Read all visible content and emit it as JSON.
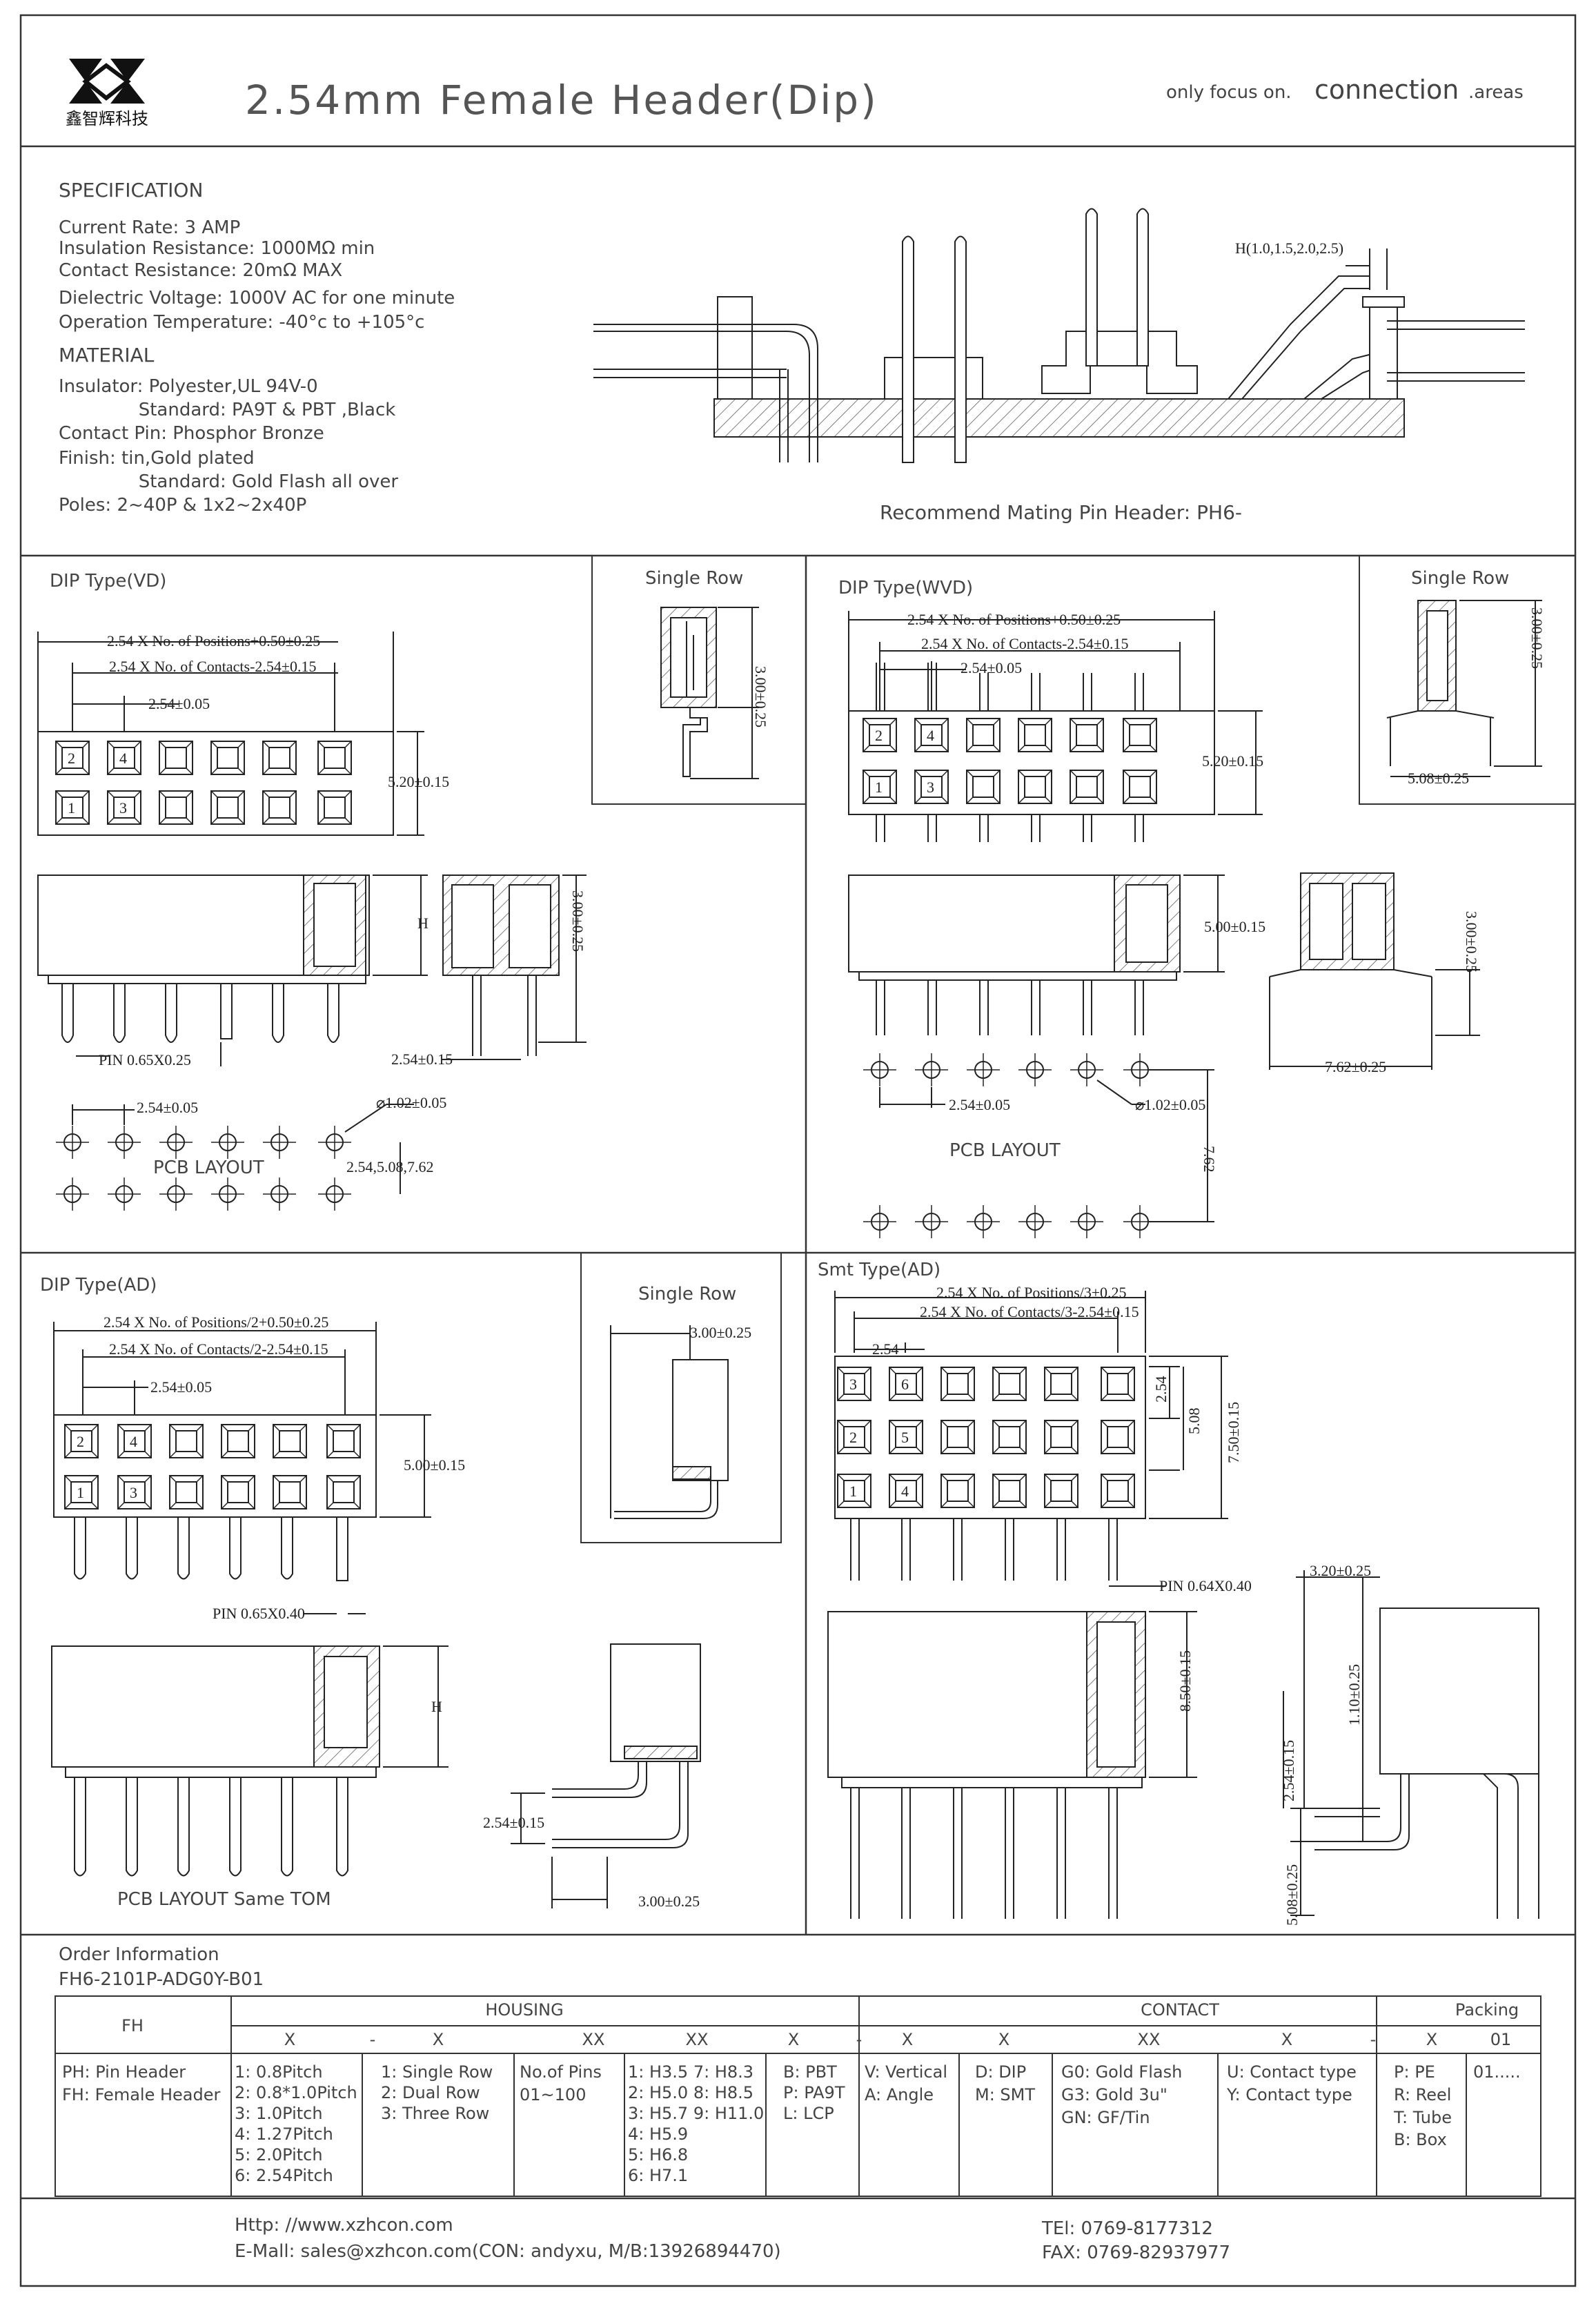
{
  "header": {
    "logo_text": "鑫智辉科技",
    "title": "2.54mm  Female  Header(Dip)",
    "slogan_pre": "only focus on.",
    "slogan_main": "connection",
    "slogan_post": ".areas"
  },
  "spec": {
    "heading": "SPECIFICATION",
    "lines": [
      "Current Rate: 3  AMP",
      "Insulation Resistance: 1000MΩ   min",
      "Contact Resistance: 20mΩ   MAX",
      "Dielectric Voltage: 1000V AC for one minute",
      "Operation Temperature: -40°c to +105°c"
    ],
    "material_heading": "MATERIAL",
    "material_lines": [
      "Insulator: Polyester,UL 94V-0",
      "              Standard: PA9T & PBT ,Black",
      "Contact Pin: Phosphor Bronze",
      "Finish: tin,Gold plated",
      "              Standard: Gold Flash all over",
      "Poles: 2~40P & 1x2~2x40P"
    ],
    "mating_caption": "Recommend Mating Pin Header: PH6-",
    "h_label": "H(1.0,1.5,2.0,2.5)"
  },
  "panels": {
    "vd": {
      "title": "DIP Type(VD)",
      "dim_positions": "2.54 X No. of Positions+0.50±0.25",
      "dim_contacts": "2.54 X No. of Contacts-2.54±0.15",
      "dim_pitch": "2.54±0.05",
      "dim_height": "5.20±0.15",
      "dim_pin": "PIN 0.65X0.25",
      "dim_bottom": "2.54±0.15",
      "dim_side": "3.00±0.25",
      "h": "H",
      "pcb_pitch": "2.54±0.05",
      "pcb_hole": "⌀1.02±0.05",
      "pcb_row": "2.54,5.08,7.62",
      "pcb_title": "PCB  LAYOUT",
      "single_row_title": "Single Row",
      "single_row_dim": "3.00±0.25",
      "pin_numbers": [
        "2",
        "4",
        "1",
        "3"
      ]
    },
    "wvd": {
      "title": "DIP  Type(WVD)",
      "dim_positions": "2.54 X No. of Positions+0.50±0.25",
      "dim_contacts": "2.54 X No. of Contacts-2.54±0.15",
      "dim_pitch": "2.54±0.05",
      "dim_height": "5.20±0.15",
      "dim_body": "5.00±0.15",
      "dim_side": "3.00±0.25",
      "dim_bottom": "7.62±0.25",
      "pcb_pitch": "2.54±0.05",
      "pcb_hole": "⌀1.02±0.05",
      "pcb_row": "7.62",
      "pcb_title": "PCB  LAYOUT",
      "single_row_title": "Single Row",
      "single_row_dim": "3.00±0.25",
      "single_row_bottom": "5.08±0.25",
      "pin_numbers": [
        "2",
        "4",
        "1",
        "3"
      ]
    },
    "ad": {
      "title": "DIP  Type(AD)",
      "dim_positions": "2.54 X No. of Positions/2+0.50±0.25",
      "dim_contacts": "2.54 X No. of Contacts/2-2.54±0.15",
      "dim_pitch": "2.54±0.05",
      "dim_height": "5.00±0.15",
      "dim_pin": "PIN 0.65X0.40",
      "h": "H",
      "dim_side_pitch": "2.54±0.15",
      "dim_side_bottom": "3.00±0.25",
      "pcb_title": "PCB  LAYOUT  Same  TOM",
      "single_row_title": "Single Row",
      "single_row_dim": "3.00±0.25",
      "pin_numbers": [
        "2",
        "4",
        "1",
        "3"
      ]
    },
    "smt": {
      "title": "Smt  Type(AD)",
      "dim_positions": "2.54 X No. of Positions/3±0.25",
      "dim_contacts": "2.54 X No. of Contacts/3-2.54±0.15",
      "dim_pitch": "2.54",
      "dim_254": "2.54",
      "dim_508": "5.08",
      "dim_height": "7.50±0.15",
      "dim_pin": "PIN 0.64X0.40",
      "dim_body": "8.50±0.15",
      "dim_side_top": "3.20±0.25",
      "dim_side_110": "1.10±0.25",
      "dim_side_254": "2.54±0.15",
      "dim_side_508": "5.08±0.25",
      "pin_numbers": [
        "3",
        "6",
        "2",
        "5",
        "1",
        "4"
      ]
    }
  },
  "order": {
    "title": "Order  Information",
    "part": "FH6-2101P-ADG0Y-B01",
    "group_fh": "FH",
    "group_housing": "HOUSING",
    "group_contact": "CONTACT",
    "group_packing": "Packing",
    "codes": [
      "X",
      "-",
      "X",
      "XX",
      "XX",
      "X",
      "-",
      "X",
      "X",
      "XX",
      "X",
      "-",
      "X",
      "01"
    ],
    "col_fh": [
      "PH: Pin Header",
      "FH: Female Header"
    ],
    "col_pitch": [
      "1: 0.8Pitch",
      "2: 0.8*1.0Pitch",
      "3: 1.0Pitch",
      "4: 1.27Pitch",
      "5: 2.0Pitch",
      "6: 2.54Pitch"
    ],
    "col_row": [
      "1: Single Row",
      "2: Dual Row",
      "3: Three Row"
    ],
    "col_pins": [
      "No.of Pins",
      "01~100"
    ],
    "col_height": [
      "1: H3.5  7: H8.3",
      "2: H5.0  8: H8.5",
      "3: H5.7  9: H11.0",
      "4: H5.9",
      "5: H6.8",
      "6: H7.1"
    ],
    "col_material": [
      "B: PBT",
      "P: PA9T",
      "L: LCP"
    ],
    "col_orient": [
      "V: Vertical",
      "A: Angle"
    ],
    "col_type": [
      "D: DIP",
      "M: SMT"
    ],
    "col_plating": [
      "G0: Gold Flash",
      "G3: Gold 3u\"",
      "GN: GF/Tin"
    ],
    "col_contact": [
      "U: Contact type",
      "Y: Contact type"
    ],
    "col_pack": [
      "P: PE",
      "R: Reel",
      "T: Tube",
      "B: Box"
    ],
    "col_pack2": [
      "01....."
    ]
  },
  "footer": {
    "http": "Http: //www.xzhcon.com",
    "email": "E-Mall: sales@xzhcon.com(CON: andyxu,  M/B:13926894470)",
    "tel": "TEl: 0769-8177312",
    "fax": "FAX: 0769-82937977"
  }
}
